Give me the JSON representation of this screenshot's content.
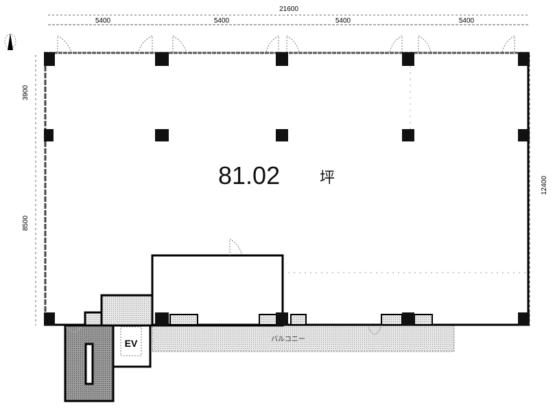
{
  "dimensions": {
    "total_width": "21600",
    "bays": [
      "5400",
      "5400",
      "5400",
      "5400"
    ],
    "left_upper": "3900",
    "left_lower": "8500",
    "right_total": "12400"
  },
  "area": {
    "value": "81.02",
    "unit": "坪"
  },
  "labels": {
    "elevator": "EV",
    "balcony": "バルコニー"
  },
  "icons": {
    "north": "north-arrow-icon"
  }
}
